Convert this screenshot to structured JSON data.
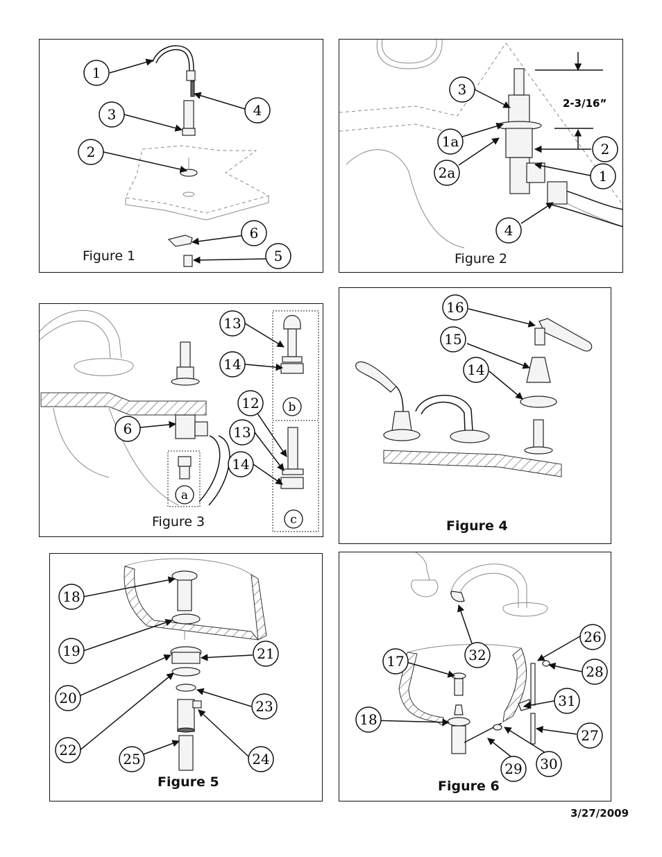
{
  "figures": {
    "fig1": {
      "label": "Figure 1",
      "callouts": [
        "1",
        "3",
        "2",
        "4",
        "6",
        "5"
      ]
    },
    "fig2": {
      "label": "Figure 2",
      "callouts": [
        "3",
        "1a",
        "2a",
        "2",
        "1",
        "4"
      ],
      "dimension": "2-3/16”"
    },
    "fig3": {
      "label": "Figure 3",
      "callouts": [
        "13",
        "14",
        "12",
        "13",
        "14",
        "6"
      ],
      "insets": [
        "a",
        "b",
        "c"
      ]
    },
    "fig4": {
      "label": "Figure 4",
      "callouts": [
        "16",
        "15",
        "14"
      ]
    },
    "fig5": {
      "label": "Figure 5",
      "callouts": [
        "18",
        "19",
        "21",
        "20",
        "23",
        "22",
        "25",
        "24"
      ]
    },
    "fig6": {
      "label": "Figure 6",
      "callouts": [
        "26",
        "28",
        "32",
        "17",
        "31",
        "18",
        "27",
        "30",
        "29"
      ]
    }
  },
  "date": "3/27/2009"
}
